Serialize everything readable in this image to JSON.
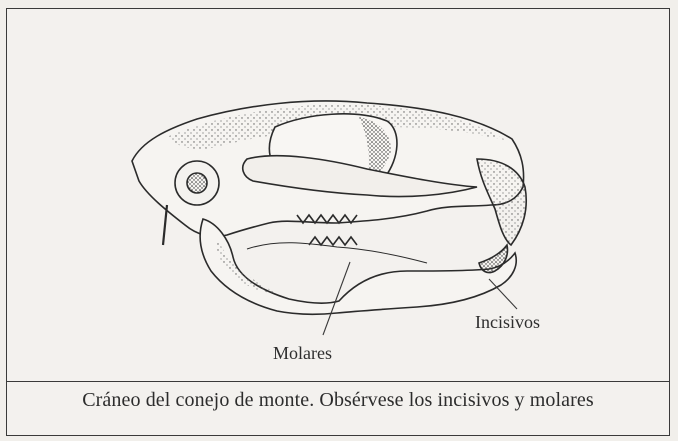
{
  "figure": {
    "caption": "Cráneo del conejo de monte.  Obsérvese los incisivos y molares",
    "labels": {
      "molares": "Molares",
      "incisivos": "Incisivos"
    },
    "colors": {
      "background": "#f3f1ee",
      "ink": "#2c2c2c"
    }
  }
}
